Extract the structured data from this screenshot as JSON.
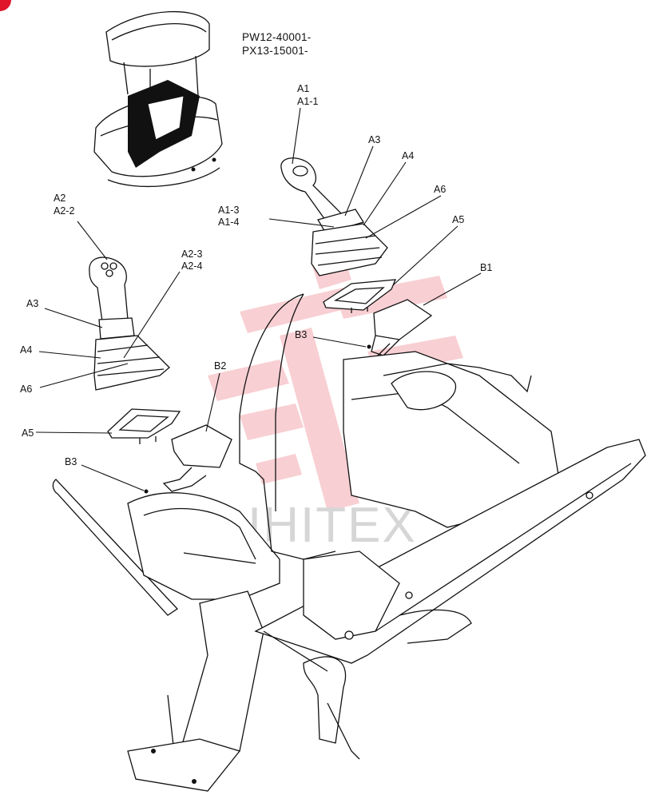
{
  "serial": [
    "PW12-40001-",
    "PX13-15001-"
  ],
  "watermark": "IHITEX",
  "labels": {
    "right_lever": [
      "A1",
      "A1-1"
    ],
    "right_a3": "A3",
    "right_a4": "A4",
    "right_a6": "A6",
    "right_a1_3": [
      "A1-3",
      "A1-4"
    ],
    "right_a5": "A5",
    "right_b1": "B1",
    "right_b3": "B3",
    "left_lever": [
      "A2",
      "A2-2"
    ],
    "left_a2_3": [
      "A2-3",
      "A2-4"
    ],
    "left_a3": "A3",
    "left_a4": "A4",
    "left_a6": "A6",
    "left_b2": "B2",
    "left_a5": "A5",
    "left_b3": "B3"
  },
  "colors": {
    "line": "#111111",
    "corner_mark": "#e0142a",
    "watermark_red": "#f3a9b0",
    "watermark_grey": "#d6d6d6"
  }
}
